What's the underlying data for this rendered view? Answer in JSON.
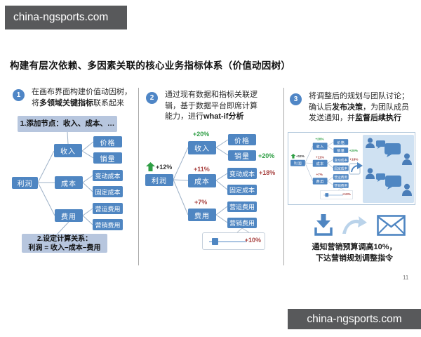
{
  "brand": {
    "text": "china-ngsports.com"
  },
  "title": "构建有层次依赖、多因素关联的核心业务指标体系（价值动因树）",
  "page_number": "11",
  "steps": {
    "s1": {
      "num": "1",
      "l1": "在画布界面构建价值动因树，",
      "l2a": "将",
      "l2b": "多领域关键指标",
      "l2c": "联系起来"
    },
    "s2": {
      "num": "2",
      "l1": "通过现有数据和指标关联逻",
      "l2": "辑，基于数据平台即席计算",
      "l3a": "能力，进行",
      "l3b": "what-if分析"
    },
    "s3": {
      "num": "3",
      "l1": "将调整后的规划与团队讨论；",
      "l2a": "确认后",
      "l2b": "发布决策",
      "l2c": "，为团队成员",
      "l3a": "发送通知，并",
      "l3b": "监督后续执行"
    }
  },
  "tree": {
    "profit": "利润",
    "revenue": "收入",
    "cost": "成本",
    "expense": "费用",
    "price": "价格",
    "volume": "销量",
    "variable_cost": "变动成本",
    "fixed_cost": "固定成本",
    "operating_expense": "营运费用",
    "marketing_expense": "营销费用"
  },
  "annotations": {
    "add_nodes": "1.添加节点：收入、成本、…",
    "calc_line1": "2.设定计算关系：",
    "calc_line2": "利润 = 收入−成本−费用"
  },
  "whatif": {
    "profit_delta": "+12%",
    "revenue_delta": "+20%",
    "volume_delta": "+20%",
    "cost_delta": "+11%",
    "variable_cost_delta": "+18%",
    "expense_delta": "+7%",
    "slider_value": "+10%"
  },
  "notify": {
    "line1": "通知营销预算调高10%，",
    "line2": "下达营销规划调整指令"
  },
  "colors": {
    "node_blue": "#4f86c2",
    "annotation_bg": "#b7c6de",
    "positive_green": "#2e9e44",
    "negative_red": "#a94442",
    "brand_bg": "#58595b",
    "people_panel_bg": "#cfe1f2"
  }
}
